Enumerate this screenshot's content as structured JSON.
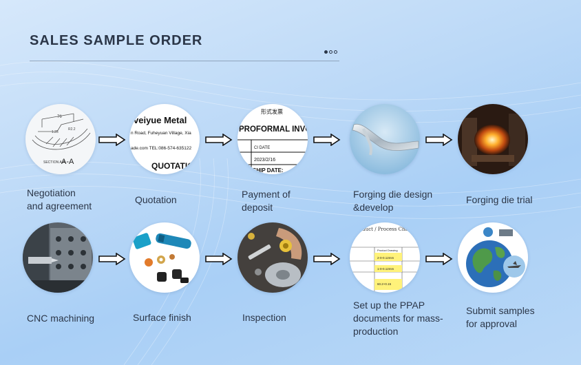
{
  "page": {
    "title": "SALES SAMPLE ORDER",
    "accent_color": "#2b3648",
    "indicator": {
      "dot_count": 3,
      "active_index": 0
    }
  },
  "steps": [
    {
      "label": "Negotiation\nand agreement",
      "image": "technical-drawing",
      "picture_text": [
        "SECTION A-A",
        "A-A"
      ]
    },
    {
      "label": "Quotation",
      "image": "quotation-document",
      "picture_text": [
        "veiyue Metal",
        "n Road, Fuheyuan Village, Xia",
        "ade.com TEL:086-574-635122",
        "QUOTATIO"
      ]
    },
    {
      "label": "Payment of\ndeposit",
      "image": "proforma-invoice",
      "picture_text": [
        "形式发票",
        "PROFORMAL INVOICE",
        "CI DATE",
        "2023/2/16",
        "SHIP DATE:"
      ]
    },
    {
      "label": "Forging die design\n&develop",
      "image": "forged-part"
    },
    {
      "label": "Forging die trial",
      "image": "furnace"
    },
    {
      "label": "CNC machining",
      "image": "cnc-machine"
    },
    {
      "label": "Surface finish",
      "image": "anodized-parts"
    },
    {
      "label": "Inspection",
      "image": "inspection"
    },
    {
      "label": "Set up the PPAP\ndocuments for mass-\nproduction",
      "image": "ppap-table",
      "picture_text": [
        "Product / Process Charact",
        "Product Drawing",
        "2-0-0.12mm",
        "1-0-0.12mm",
        "60.2+0.15"
      ]
    },
    {
      "label": "Submit samples\nfor approval",
      "image": "globe-logistics"
    }
  ]
}
